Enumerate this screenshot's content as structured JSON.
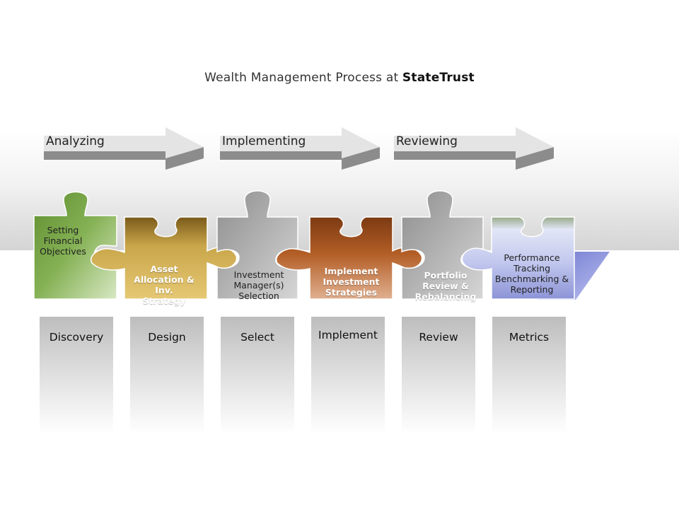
{
  "title": {
    "prefix": "Wealth Management Process at ",
    "brand": "StateTrust"
  },
  "phases": [
    {
      "label": "Analyzing"
    },
    {
      "label": "Implementing"
    },
    {
      "label": "Reviewing"
    }
  ],
  "pieces": [
    {
      "lines": [
        "Setting",
        "Financial",
        "Objectives"
      ],
      "color": "#6a9a3a"
    },
    {
      "lines": [
        "Asset",
        "Allocation & Inv.",
        "Strategy"
      ],
      "color": "#b8922e"
    },
    {
      "lines": [
        "Investment",
        "Manager(s)",
        "Selection"
      ],
      "color": "#a8a8a8"
    },
    {
      "lines": [
        "Implement",
        "Investment",
        "Strategies"
      ],
      "color": "#a0501c"
    },
    {
      "lines": [
        "Portfolio",
        "Review &",
        "Rebalancing"
      ],
      "color": "#a8a8a8"
    },
    {
      "lines": [
        "Performance",
        "Tracking",
        "Benchmarking &",
        "Reporting"
      ],
      "color": "#9aa0dc"
    }
  ],
  "stages": [
    {
      "label": "Discovery"
    },
    {
      "label": "Design"
    },
    {
      "label": "Select"
    },
    {
      "label": "Implement"
    },
    {
      "label": "Review"
    },
    {
      "label": "Metrics"
    }
  ]
}
